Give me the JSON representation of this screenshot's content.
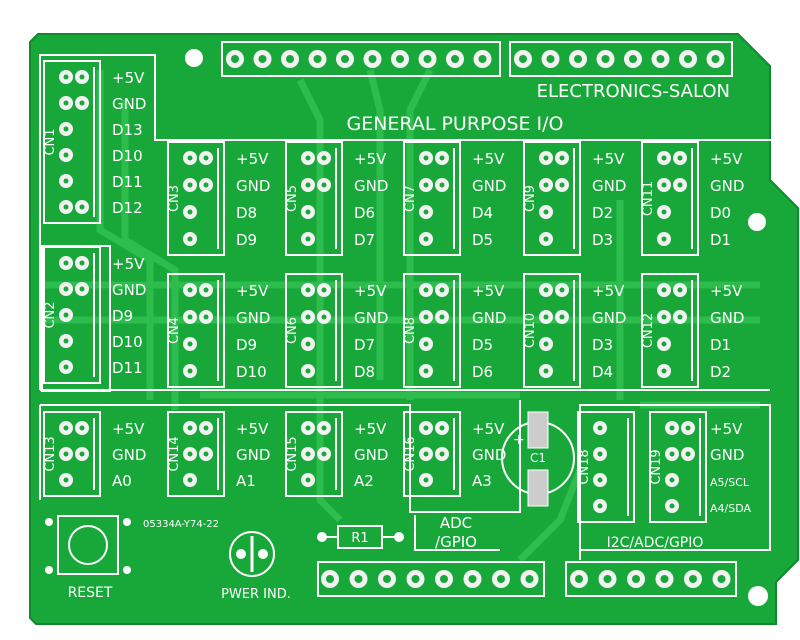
{
  "brand": "ELECTRONICS-SALON",
  "title": "GENERAL PURPOSE I/O",
  "part_number": "05334A-Y74-22",
  "reset_label": "RESET",
  "power_label": "PWER IND.",
  "r1_label": "R1",
  "c1_label": "C1",
  "adc_label_1": "ADC",
  "adc_label_2": "/GPIO",
  "i2c_label": "I2C/ADC/GPIO",
  "colors": {
    "board": "#18a83a",
    "silk": "#ffffff",
    "pad": "#f2f2f2",
    "trace": "#3fcf5e"
  },
  "connectors": [
    {
      "name": "CN1",
      "pins": [
        "+5V",
        "GND",
        "D13",
        "D10",
        "D11",
        "D12"
      ]
    },
    {
      "name": "CN2",
      "pins": [
        "+5V",
        "GND",
        "D9",
        "D10",
        "D11"
      ]
    },
    {
      "name": "CN3",
      "pins": [
        "+5V",
        "GND",
        "D8",
        "D9"
      ]
    },
    {
      "name": "CN4",
      "pins": [
        "+5V",
        "GND",
        "D9",
        "D10"
      ]
    },
    {
      "name": "CN5",
      "pins": [
        "+5V",
        "GND",
        "D6",
        "D7"
      ]
    },
    {
      "name": "CN6",
      "pins": [
        "+5V",
        "GND",
        "D7",
        "D8"
      ]
    },
    {
      "name": "CN7",
      "pins": [
        "+5V",
        "GND",
        "D4",
        "D5"
      ]
    },
    {
      "name": "CN8",
      "pins": [
        "+5V",
        "GND",
        "D5",
        "D6"
      ]
    },
    {
      "name": "CN9",
      "pins": [
        "+5V",
        "GND",
        "D2",
        "D3"
      ]
    },
    {
      "name": "CN10",
      "pins": [
        "+5V",
        "GND",
        "D3",
        "D4"
      ]
    },
    {
      "name": "CN11",
      "pins": [
        "+5V",
        "GND",
        "D0",
        "D1"
      ]
    },
    {
      "name": "CN12",
      "pins": [
        "+5V",
        "GND",
        "D1",
        "D2"
      ]
    },
    {
      "name": "CN13",
      "pins": [
        "+5V",
        "GND",
        "A0"
      ]
    },
    {
      "name": "CN14",
      "pins": [
        "+5V",
        "GND",
        "A1"
      ]
    },
    {
      "name": "CN15",
      "pins": [
        "+5V",
        "GND",
        "A2"
      ]
    },
    {
      "name": "CN16",
      "pins": [
        "+5V",
        "GND",
        "A3"
      ]
    },
    {
      "name": "CN18",
      "pins": []
    },
    {
      "name": "CN19",
      "pins": [
        "+5V",
        "GND",
        "A5/SCL",
        "A4/SDA"
      ]
    }
  ]
}
